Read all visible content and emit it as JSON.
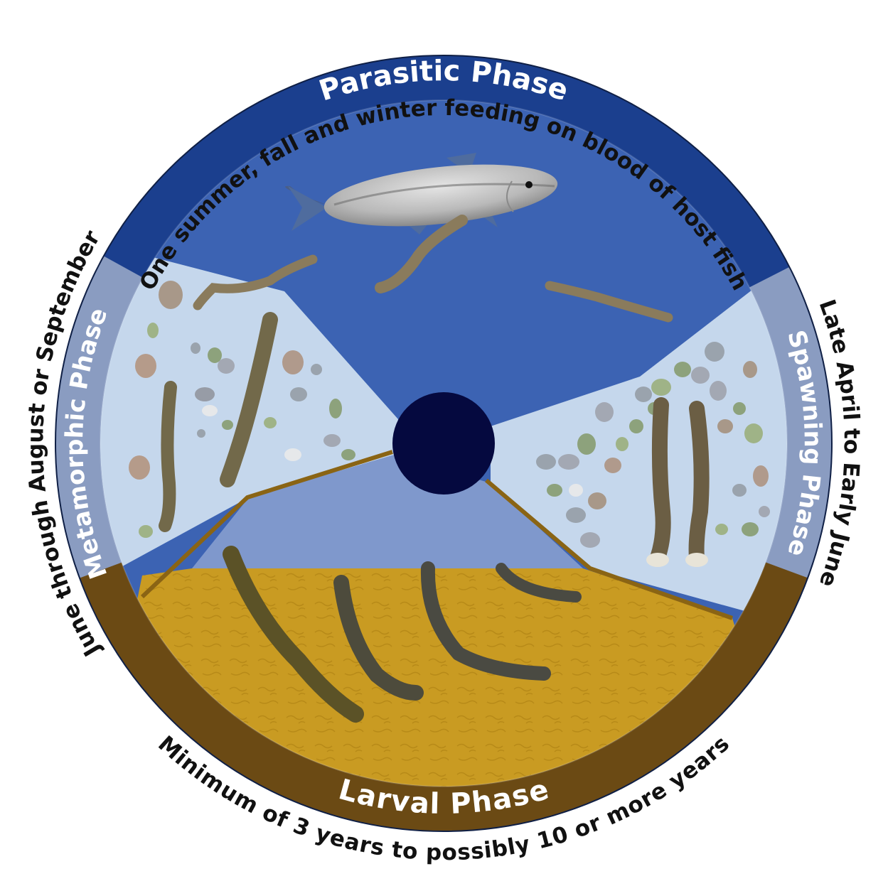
{
  "phases": {
    "parasitic": {
      "label": "Parasitic Phase",
      "duration": "One summer, fall and winter feeding on blood of host fish"
    },
    "spawning": {
      "label": "Spawning Phase",
      "duration": "Late April to Early June"
    },
    "larval": {
      "label": "Larval Phase",
      "duration": "Minimum of 3 years to possibly 10 or more years"
    },
    "metamorphic": {
      "label": "Metamorphic Phase",
      "duration": "June through August or September"
    }
  },
  "colors": {
    "parasitic_band": "#1b3f8e",
    "parasitic_water": "#3c63b3",
    "spawning_band": "#8a9cc1",
    "metamorphic_band": "#8a9cc1",
    "gravel_water": "#c5d7ec",
    "larval_band": "#6b4a14",
    "sediment": "#c99b22",
    "shallow_water": "#7f98cc",
    "center_hub": "#05093f"
  },
  "icons": [
    "host-fish-icon",
    "lamprey-icon",
    "pebble-icon"
  ]
}
